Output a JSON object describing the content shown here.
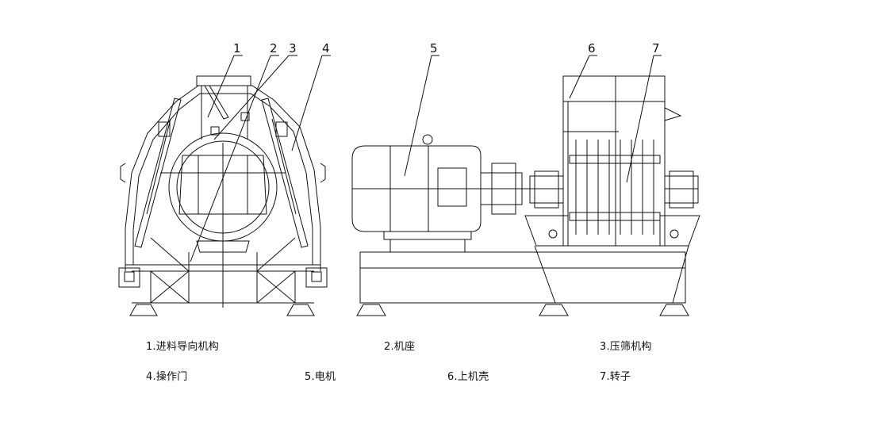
{
  "callouts": [
    "1",
    "2",
    "3",
    "4",
    "5",
    "6",
    "7"
  ],
  "legend": [
    "1.进料导向机构",
    "2.机座",
    "3.压筛机构",
    "4.操作门",
    "5.电机",
    "6.上机壳",
    "7.转子"
  ],
  "colors": {
    "line": "#111111",
    "background": "#ffffff"
  }
}
